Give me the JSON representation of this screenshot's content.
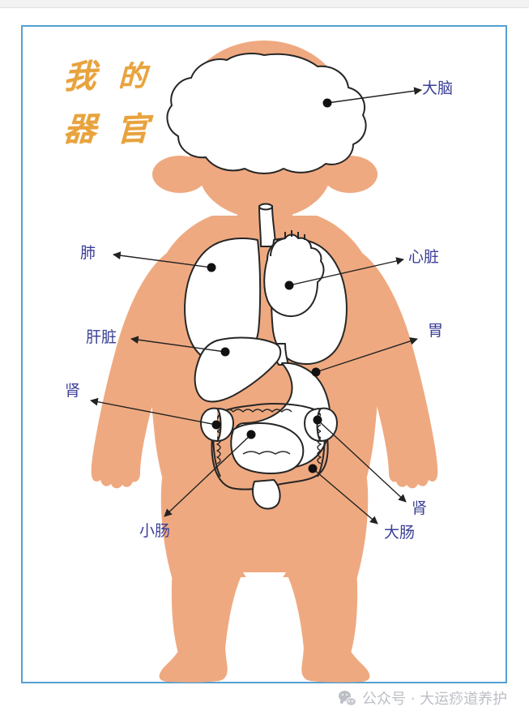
{
  "page": {
    "title": "我的器官",
    "title_chars": [
      "我",
      "的",
      "器",
      "官"
    ],
    "frame_color": "#56a0d3",
    "title_color": "#e8a33d",
    "label_color": "#3b3f95",
    "skin_color": "#efa980",
    "organ_fill": "#ffffff",
    "outline_color": "#262626"
  },
  "labels": [
    {
      "id": "brain",
      "text": "大脑",
      "side": "right"
    },
    {
      "id": "lung",
      "text": "肺",
      "side": "left"
    },
    {
      "id": "heart",
      "text": "心脏",
      "side": "right"
    },
    {
      "id": "liver",
      "text": "肝脏",
      "side": "left"
    },
    {
      "id": "stomach",
      "text": "胃",
      "side": "right"
    },
    {
      "id": "kidney-left",
      "text": "肾",
      "side": "left"
    },
    {
      "id": "kidney-right",
      "text": "肾",
      "side": "right"
    },
    {
      "id": "small-intestine",
      "text": "小肠",
      "side": "left"
    },
    {
      "id": "large-intestine",
      "text": "大肠",
      "side": "right"
    }
  ],
  "watermark": {
    "icon": "wechat-icon",
    "text": "公众号 · 大运痧道养护"
  }
}
